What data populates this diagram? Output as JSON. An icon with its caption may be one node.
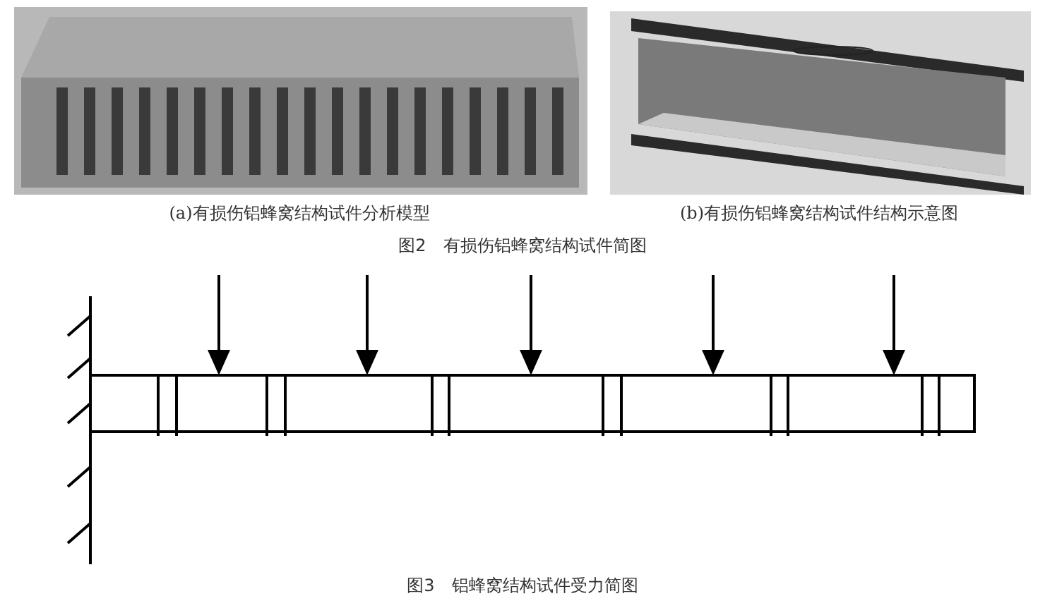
{
  "diagram": {
    "labels": [
      "(a)有损伤铝蜂窝结构试件分析模型",
      "(b)有损伤铝蜂窝结构试件结构示意图",
      "图2　有损伤铝蜂窝结构试件简图",
      "图3　铝蜂窝结构试件受力简图"
    ]
  }
}
